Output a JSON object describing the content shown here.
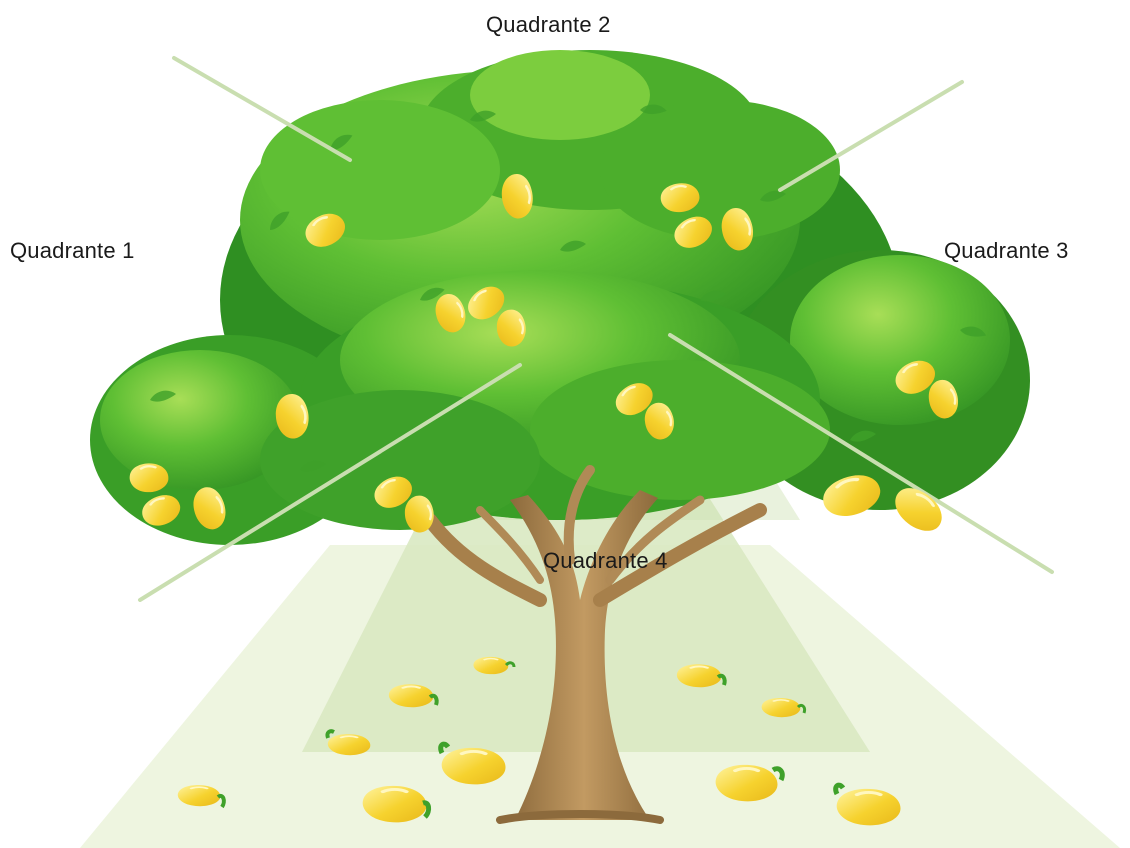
{
  "labels": {
    "q1": "Quadrante 1",
    "q2": "Quadrante 2",
    "q3": "Quadrante 3",
    "q4": "Quadrante 4"
  },
  "colors": {
    "leaf_dark": "#2f8f22",
    "leaf_mid": "#4cae2c",
    "leaf_light": "#7ccd3e",
    "leaf_highlight": "#a8de57",
    "trunk": "#b08a56",
    "trunk_shadow": "#8c6a3c",
    "mango": "#f6d22e",
    "mango_light": "#fbe77a",
    "divider": "#c9deb0",
    "ground_light": "#eef5e0",
    "ground_mid": "#d9e9c2",
    "ground_dark": "#c6dcaa"
  },
  "icons": {
    "tree": "mango-tree-illustration",
    "fruit": "mango-icon"
  }
}
